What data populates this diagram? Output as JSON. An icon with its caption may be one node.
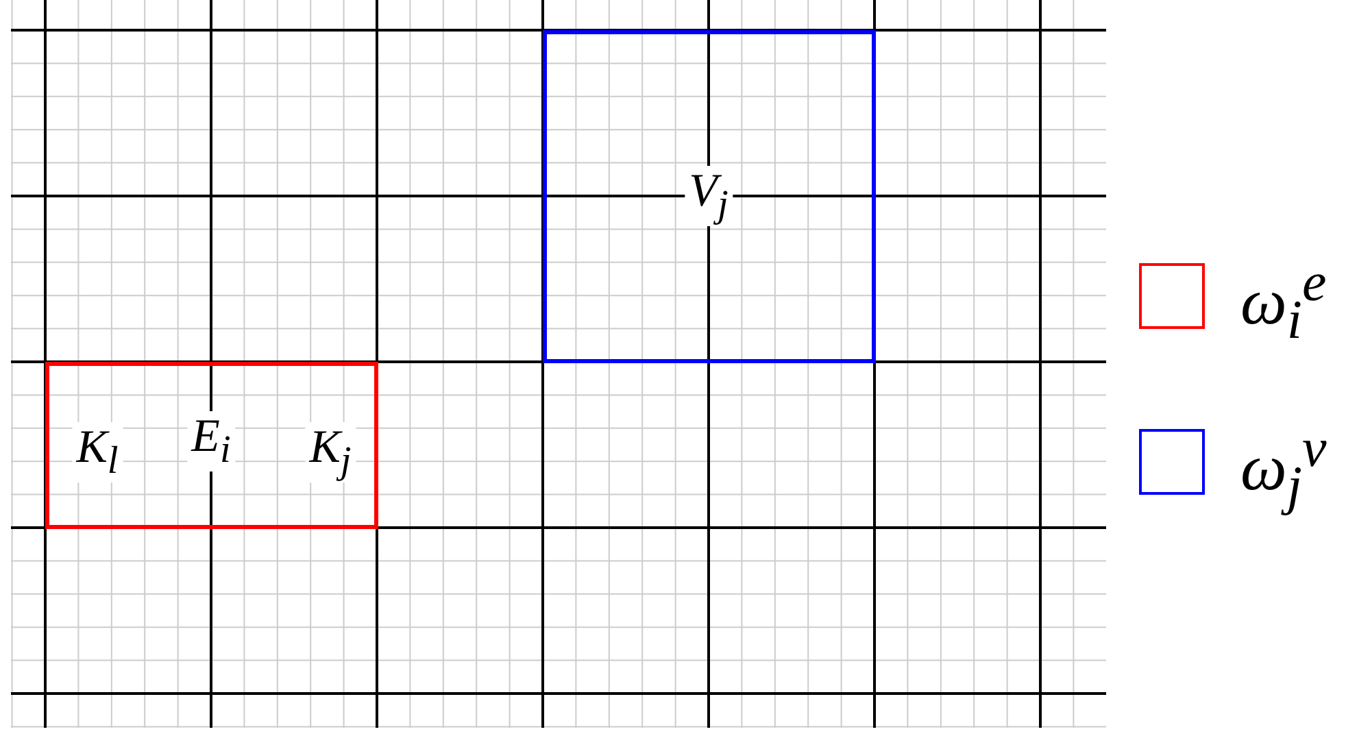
{
  "diagram": {
    "nodes": [
      {
        "text": [
          "V$_{j}$"
        ]
      },
      {
        "text": [
          "K$_{l}$",
          "E$_{i}$",
          "K$_{j}$"
        ]
      }
    ],
    "legend": [
      {
        "text": "ω$_{i}$$^{e}$",
        "color": "#ff0000"
      },
      {
        "text": "ω$_{j}$$^{v}$",
        "color": "#0000ff"
      }
    ]
  }
}
